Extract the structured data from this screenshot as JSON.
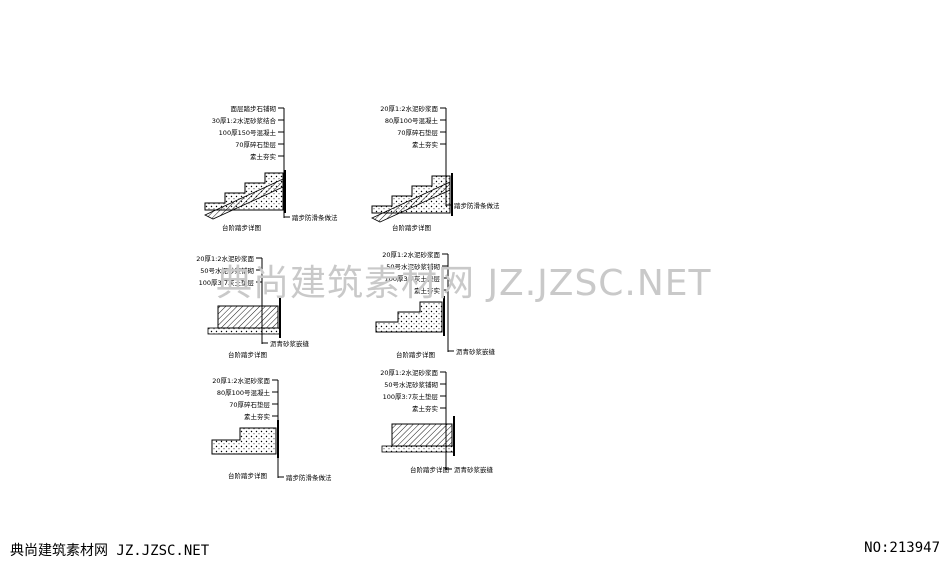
{
  "watermark": "典尚建筑素材网 JZ.JZSC.NET",
  "footer": {
    "site": "典尚建筑素材网 JZ.JZSC.NET",
    "id": "NO:213947"
  },
  "details": [
    {
      "id": "d1",
      "layers": [
        "面层踏步石铺砌",
        "30厚1:2水泥砂浆结合",
        "100厚150号混凝土",
        "70厚碎石垫层",
        "素土夯实"
      ],
      "edge": "踏步防滑条做法",
      "caption": "台阶踏步详图"
    },
    {
      "id": "d2",
      "layers": [
        "20厚1:2水泥砂浆面",
        "80厚100号混凝土",
        "70厚碎石垫层",
        "素土夯实"
      ],
      "edge": "踏步防滑条做法",
      "caption": "台阶踏步详图"
    },
    {
      "id": "d3",
      "layers": [
        "20厚1:2水泥砂浆面",
        "50号水泥砂浆铺砌",
        "100厚3:7灰土垫层"
      ],
      "edge": "沥青砂浆嵌缝",
      "caption": "台阶踏步详图"
    },
    {
      "id": "d4",
      "layers": [
        "20厚1:2水泥砂浆面",
        "50号水泥砂浆铺砌",
        "100厚3:7灰土垫层",
        "素土夯实"
      ],
      "edge": "沥青砂浆嵌缝",
      "caption": "台阶踏步详图"
    },
    {
      "id": "d5",
      "layers": [
        "20厚1:2水泥砂浆面",
        "80厚100号混凝土",
        "70厚碎石垫层",
        "素土夯实"
      ],
      "edge": "踏步防滑条做法",
      "caption": "台阶踏步详图"
    },
    {
      "id": "d6",
      "layers": [
        "20厚1:2水泥砂浆面",
        "50号水泥砂浆铺砌",
        "100厚3:7灰土垫层",
        "素土夯实"
      ],
      "edge": "沥青砂浆嵌缝",
      "caption": "台阶踏步详图"
    }
  ]
}
